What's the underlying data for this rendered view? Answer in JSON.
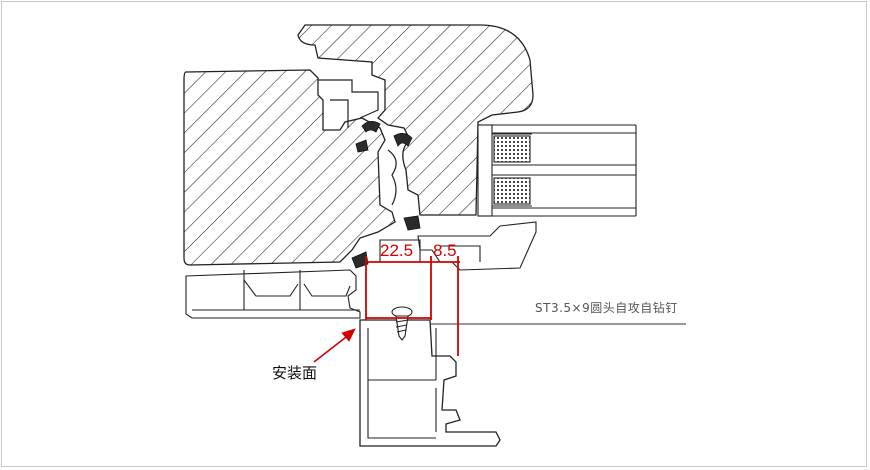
{
  "dimensions": {
    "left": "22.5",
    "right": "8.5"
  },
  "screw_label": "ST3.5×9圆头自攻自钻钉",
  "surface_label": "安装面",
  "colors": {
    "line": "#222222",
    "dimension": "#d40000",
    "frame": "#c8c8c8"
  }
}
